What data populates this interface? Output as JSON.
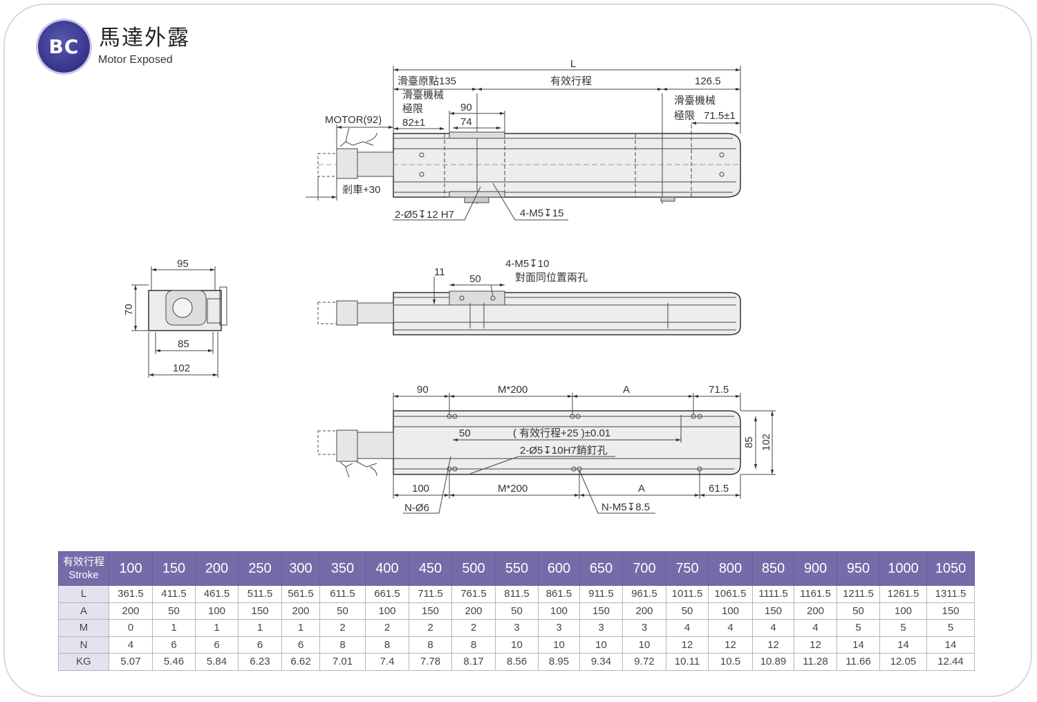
{
  "header": {
    "badge": "BC",
    "title_cn": "馬達外露",
    "title_en": "Motor Exposed"
  },
  "top_view": {
    "L": "L",
    "origin": "滑臺原點135",
    "stroke": "有效行程",
    "end": "126.5",
    "limit_left_1": "滑臺機械",
    "limit_left_2": "極限",
    "limit_left_3": "82±1",
    "d90": "90",
    "d74": "74",
    "limit_right_1": "滑臺機械",
    "limit_right_2": "極限",
    "limit_right_3": "71.5±1",
    "motor": "MOTOR(92)",
    "brake": "剎車+30",
    "pin": "2-Ø5↧12 H7",
    "screw": "4-M5↧15"
  },
  "end_view": {
    "w95": "95",
    "h70": "70",
    "w85": "85",
    "w102": "102"
  },
  "side_view": {
    "d11": "11",
    "d50": "50",
    "screw": "4-M5↧10",
    "note": "對面同位置兩孔"
  },
  "bottom_view": {
    "t90": "90",
    "tM200": "M*200",
    "tA": "A",
    "t71_5": "71.5",
    "b100": "100",
    "bM200": "M*200",
    "bA": "A",
    "b61_5": "61.5",
    "h85": "85",
    "h102": "102",
    "d50": "50",
    "stroke_tol": "( 有效行程+25 )±0.01",
    "pin": "2-Ø5↧10H7銷釘孔",
    "n_hole": "N-Ø6",
    "n_screw": "N-M5↧8.5"
  },
  "table": {
    "header_cn": "有效行程",
    "header_en": "Stroke",
    "strokes": [
      "100",
      "150",
      "200",
      "250",
      "300",
      "350",
      "400",
      "450",
      "500",
      "550",
      "600",
      "650",
      "700",
      "750",
      "800",
      "850",
      "900",
      "950",
      "1000",
      "1050"
    ],
    "rows": [
      {
        "label": "L",
        "values": [
          "361.5",
          "411.5",
          "461.5",
          "511.5",
          "561.5",
          "611.5",
          "661.5",
          "711.5",
          "761.5",
          "811.5",
          "861.5",
          "911.5",
          "961.5",
          "1011.5",
          "1061.5",
          "1111.5",
          "1161.5",
          "1211.5",
          "1261.5",
          "1311.5"
        ]
      },
      {
        "label": "A",
        "values": [
          "200",
          "50",
          "100",
          "150",
          "200",
          "50",
          "100",
          "150",
          "200",
          "50",
          "100",
          "150",
          "200",
          "50",
          "100",
          "150",
          "200",
          "50",
          "100",
          "150"
        ]
      },
      {
        "label": "M",
        "values": [
          "0",
          "1",
          "1",
          "1",
          "1",
          "2",
          "2",
          "2",
          "2",
          "3",
          "3",
          "3",
          "3",
          "4",
          "4",
          "4",
          "4",
          "5",
          "5",
          "5"
        ]
      },
      {
        "label": "N",
        "values": [
          "4",
          "6",
          "6",
          "6",
          "6",
          "8",
          "8",
          "8",
          "8",
          "10",
          "10",
          "10",
          "10",
          "12",
          "12",
          "12",
          "12",
          "14",
          "14",
          "14"
        ]
      },
      {
        "label": "KG",
        "values": [
          "5.07",
          "5.46",
          "5.84",
          "6.23",
          "6.62",
          "7.01",
          "7.4",
          "7.78",
          "8.17",
          "8.56",
          "8.95",
          "9.34",
          "9.72",
          "10.11",
          "10.5",
          "10.89",
          "11.28",
          "11.66",
          "12.05",
          "12.44"
        ]
      }
    ]
  },
  "colors": {
    "accent": "#776aa8",
    "logo": "#3b3890",
    "row_header": "#e4e2ee"
  }
}
